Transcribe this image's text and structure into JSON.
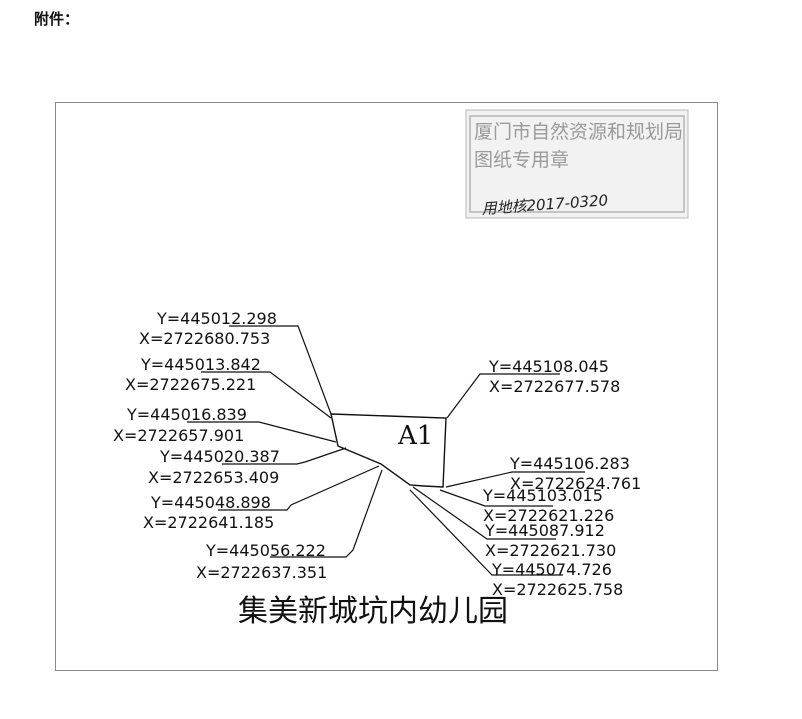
{
  "header": {
    "attachment_label": "附件："
  },
  "plot": {
    "parcel_label": "A1",
    "title": "集美新城坑内幼儿园",
    "stamp": {
      "chars": [
        "厦",
        "门",
        "市",
        "自",
        "然",
        "资",
        "源",
        "和",
        "规",
        "划",
        "局",
        "图",
        "纸",
        "专",
        "用",
        "章"
      ],
      "signature": "用地核2017-0320"
    },
    "coordinates": [
      {
        "y": "Y=445012.298",
        "x": "X=2722680.753"
      },
      {
        "y": "Y=445013.842",
        "x": "X=2722675.221"
      },
      {
        "y": "Y=445016.839",
        "x": "X=2722657.901"
      },
      {
        "y": "Y=445020.387",
        "x": "X=2722653.409"
      },
      {
        "y": "Y=445048.898",
        "x": "X=2722641.185"
      },
      {
        "y": "Y=445056.222",
        "x": "X=2722637.351"
      },
      {
        "y": "Y=445108.045",
        "x": "X=2722677.578"
      },
      {
        "y": "Y=445106.283",
        "x": "X=2722624.761"
      },
      {
        "y": "Y=445103.015",
        "x": "X=2722621.226"
      },
      {
        "y": "Y=445087.912",
        "x": "X=2722621.730"
      },
      {
        "y": "Y=445074.726",
        "x": "X=2722625.758"
      }
    ]
  }
}
